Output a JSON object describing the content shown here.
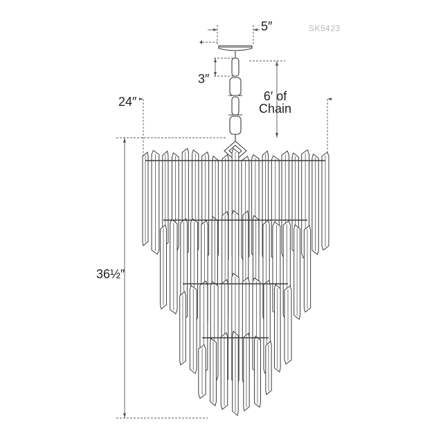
{
  "product": {
    "sku": "SK5423"
  },
  "dimensions": {
    "canopy": "5″",
    "link": "3″",
    "chain_length": "6′ of",
    "chain_word": "Chain",
    "width": "24″",
    "height": "36½″"
  },
  "colors": {
    "line": "#3a3a3a",
    "dim": "#555555",
    "text": "#222222",
    "sku": "#b8b8b8"
  }
}
